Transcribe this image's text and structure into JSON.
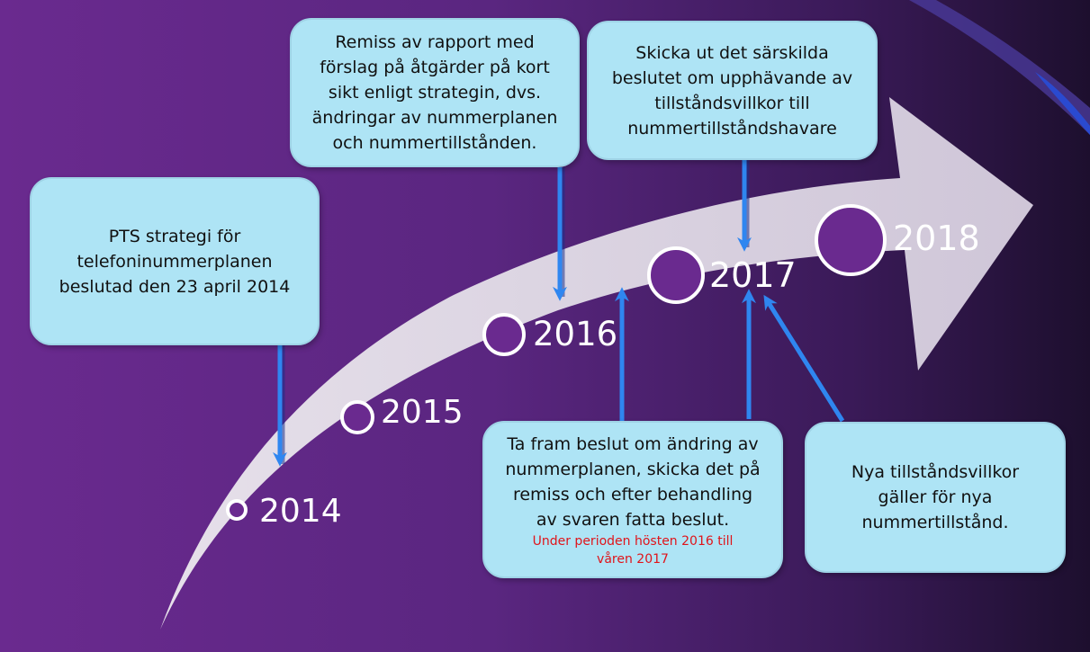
{
  "timeline": {
    "years": [
      {
        "label": "2014"
      },
      {
        "label": "2015"
      },
      {
        "label": "2016"
      },
      {
        "label": "2017"
      },
      {
        "label": "2018"
      }
    ]
  },
  "boxes": {
    "strategy": {
      "lines": [
        "PTS strategi för",
        "telefoninummerplanen",
        "beslutad den 23 april 2014"
      ]
    },
    "remiss": {
      "lines": [
        "Remiss av rapport med",
        "förslag på åtgärder på kort",
        "sikt enligt strategin, dvs.",
        "ändringar av nummerplanen",
        "och nummertillstånden."
      ]
    },
    "send_decision": {
      "lines": [
        "Skicka ut det särskilda",
        "beslutet om upphävande av",
        "tillståndsvillkor till",
        "nummertillståndshavare"
      ]
    },
    "prepare_decision": {
      "lines": [
        "Ta fram beslut om ändring av",
        "nummerplanen, skicka det på",
        "remiss och efter behandling",
        "av svaren fatta beslut."
      ],
      "note_lines": [
        "Under perioden hösten 2016 till",
        "våren 2017"
      ]
    },
    "new_conditions": {
      "lines": [
        "Nya tillståndsvillkor",
        "gäller för nya",
        "nummertillstånd."
      ]
    }
  },
  "colors": {
    "box_fill": "#aee4f5",
    "arrow_blue": "#2f86f0",
    "circle_fill": "#6a2a8f",
    "ribbon": "#d9d2e0",
    "note_red": "#e0141a"
  }
}
